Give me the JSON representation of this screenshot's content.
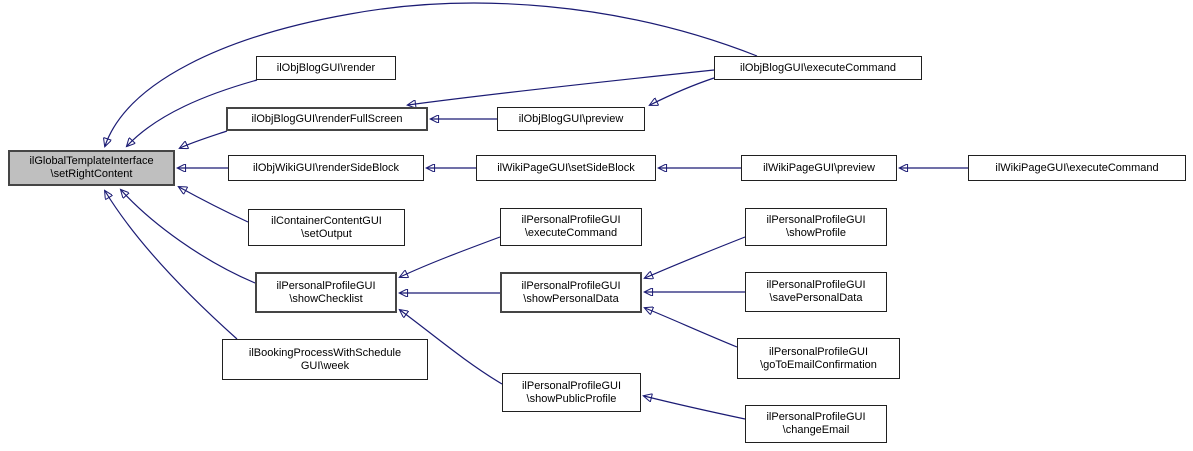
{
  "diagram": {
    "type": "call-graph",
    "focus_function": "ilGlobalTemplateInterface\\setRightContent",
    "edge_color": "#1b1b74",
    "focus_fill_color": "#bfbfbf",
    "node_fill_color": "#ffffff",
    "nodes": {
      "main": {
        "label": "ilGlobalTemplateInterface\n\\setRightContent",
        "highlighted": true
      },
      "blog_render": {
        "label": "ilObjBlogGUI\\render"
      },
      "blog_renderFullScreen": {
        "label": "ilObjBlogGUI\\renderFullScreen"
      },
      "blog_preview": {
        "label": "ilObjBlogGUI\\preview"
      },
      "blog_executeCommand": {
        "label": "ilObjBlogGUI\\executeCommand"
      },
      "wiki_renderSideBlock": {
        "label": "ilObjWikiGUI\\renderSideBlock"
      },
      "wiki_setSideBlock": {
        "label": "ilWikiPageGUI\\setSideBlock"
      },
      "wiki_preview": {
        "label": "ilWikiPageGUI\\preview"
      },
      "wiki_executeCommand": {
        "label": "ilWikiPageGUI\\executeCommand"
      },
      "container_setOutput": {
        "label": "ilContainerContentGUI\n\\setOutput"
      },
      "personal_executeCommand": {
        "label": "ilPersonalProfileGUI\n\\executeCommand"
      },
      "personal_showChecklist": {
        "label": "ilPersonalProfileGUI\n\\showChecklist"
      },
      "personal_showPersonalData": {
        "label": "ilPersonalProfileGUI\n\\showPersonalData"
      },
      "personal_showProfile": {
        "label": "ilPersonalProfileGUI\n\\showProfile"
      },
      "personal_savePersonalData": {
        "label": "ilPersonalProfileGUI\n\\savePersonalData"
      },
      "personal_goToEmailConfirmation": {
        "label": "ilPersonalProfileGUI\n\\goToEmailConfirmation"
      },
      "personal_showPublicProfile": {
        "label": "ilPersonalProfileGUI\n\\showPublicProfile"
      },
      "personal_changeEmail": {
        "label": "ilPersonalProfileGUI\n\\changeEmail"
      },
      "booking_week": {
        "label": "ilBookingProcessWithSchedule\nGUI\\week"
      }
    },
    "edges": [
      {
        "from": "ilObjBlogGUI\\executeCommand",
        "to": "ilGlobalTemplateInterface\\setRightContent"
      },
      {
        "from": "ilObjBlogGUI\\render",
        "to": "ilGlobalTemplateInterface\\setRightContent"
      },
      {
        "from": "ilObjBlogGUI\\renderFullScreen",
        "to": "ilGlobalTemplateInterface\\setRightContent"
      },
      {
        "from": "ilObjWikiGUI\\renderSideBlock",
        "to": "ilGlobalTemplateInterface\\setRightContent"
      },
      {
        "from": "ilContainerContentGUI\\setOutput",
        "to": "ilGlobalTemplateInterface\\setRightContent"
      },
      {
        "from": "ilPersonalProfileGUI\\showChecklist",
        "to": "ilGlobalTemplateInterface\\setRightContent"
      },
      {
        "from": "ilBookingProcessWithScheduleGUI\\week",
        "to": "ilGlobalTemplateInterface\\setRightContent"
      },
      {
        "from": "ilObjBlogGUI\\executeCommand",
        "to": "ilObjBlogGUI\\renderFullScreen"
      },
      {
        "from": "ilObjBlogGUI\\preview",
        "to": "ilObjBlogGUI\\renderFullScreen"
      },
      {
        "from": "ilObjBlogGUI\\executeCommand",
        "to": "ilObjBlogGUI\\preview"
      },
      {
        "from": "ilWikiPageGUI\\setSideBlock",
        "to": "ilObjWikiGUI\\renderSideBlock"
      },
      {
        "from": "ilWikiPageGUI\\preview",
        "to": "ilWikiPageGUI\\setSideBlock"
      },
      {
        "from": "ilWikiPageGUI\\executeCommand",
        "to": "ilWikiPageGUI\\preview"
      },
      {
        "from": "ilPersonalProfileGUI\\executeCommand",
        "to": "ilPersonalProfileGUI\\showChecklist"
      },
      {
        "from": "ilPersonalProfileGUI\\showPersonalData",
        "to": "ilPersonalProfileGUI\\showChecklist"
      },
      {
        "from": "ilPersonalProfileGUI\\showPublicProfile",
        "to": "ilPersonalProfileGUI\\showChecklist"
      },
      {
        "from": "ilPersonalProfileGUI\\showProfile",
        "to": "ilPersonalProfileGUI\\showPersonalData"
      },
      {
        "from": "ilPersonalProfileGUI\\savePersonalData",
        "to": "ilPersonalProfileGUI\\showPersonalData"
      },
      {
        "from": "ilPersonalProfileGUI\\goToEmailConfirmation",
        "to": "ilPersonalProfileGUI\\showPersonalData"
      },
      {
        "from": "ilPersonalProfileGUI\\changeEmail",
        "to": "ilPersonalProfileGUI\\showPublicProfile"
      }
    ]
  }
}
